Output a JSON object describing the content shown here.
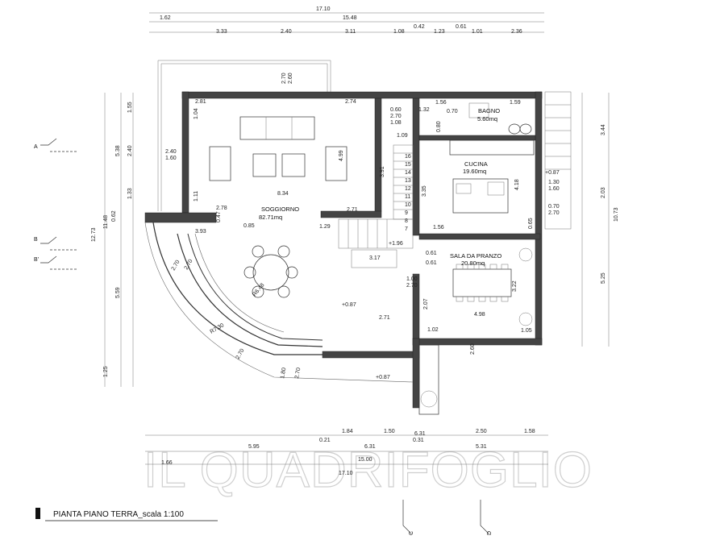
{
  "title": "PIANTA PIANO TERRA_scala 1:100",
  "watermark": "IL QUADRIFOGLIO",
  "rooms": {
    "soggiorno": {
      "name": "SOGGIORNO",
      "area": "82.71mq"
    },
    "bagno": {
      "name": "BAGNO",
      "area": "5.60mq"
    },
    "cucina": {
      "name": "CUCINA",
      "area": "19.60mq"
    },
    "sala": {
      "name": "SALA DA PRANZO",
      "area": "20.80mq"
    }
  },
  "levels": {
    "soggiorno": "+0.87",
    "stair": "+1.96",
    "cucina": "+0.87",
    "entrance": "+0.87"
  },
  "sections": {
    "a": "A",
    "b": "B",
    "b2": "B'",
    "c": "C",
    "d": "D"
  },
  "top_dims": {
    "total": "17.10",
    "sub": "15.48",
    "row": [
      "1.62",
      "3.33",
      "2.40",
      "3.11",
      "1.08",
      "0.42",
      "1.23",
      "0.61",
      "1.01",
      "2.36"
    ]
  },
  "bottom_dims": {
    "row1": [
      "5.95",
      "0.21",
      "1.84",
      "6.31",
      "1.50",
      "0.31",
      "2.50",
      "1.58"
    ],
    "row2": [
      "6.31",
      "5.31"
    ],
    "row3": [
      "1.66",
      "15.00"
    ],
    "total": "17.10"
  },
  "left_dims": [
    "1.55",
    "5.38",
    "2.40",
    "1.33",
    "11.48",
    "0.62",
    "12.73",
    "5.59",
    "1.25"
  ],
  "right_dims": [
    "3.44",
    "2.03",
    "10.73",
    "5.25"
  ],
  "inner_dims": [
    "2.81",
    "2.74",
    "1.04",
    "2.40",
    "1.60",
    "8.34",
    "4.99",
    "3.91",
    "1.11",
    "2.78",
    "2.71",
    "0.47",
    "0.85",
    "3.93",
    "1.29",
    "2.70",
    "R7.30",
    "R6.48",
    "0.60",
    "1.08",
    "1.32",
    "1.56",
    "0.70",
    "1.59",
    "0.80",
    "2.70",
    "1.09",
    "3.35",
    "4.18",
    "1.56",
    "0.65",
    "0.61",
    "0.61",
    "3.17",
    "1.00",
    "2.70",
    "2.71",
    "2.07",
    "1.02",
    "4.98",
    "3.22",
    "1.05",
    "2.60",
    "1.30",
    "1.60",
    "0.70",
    "2.70",
    "2.60",
    "2.70",
    "2.70",
    "2.70",
    "1.80",
    "2.70"
  ],
  "stair_steps": [
    "16",
    "15",
    "14",
    "13",
    "12",
    "11",
    "10",
    "9",
    "8",
    "7"
  ]
}
